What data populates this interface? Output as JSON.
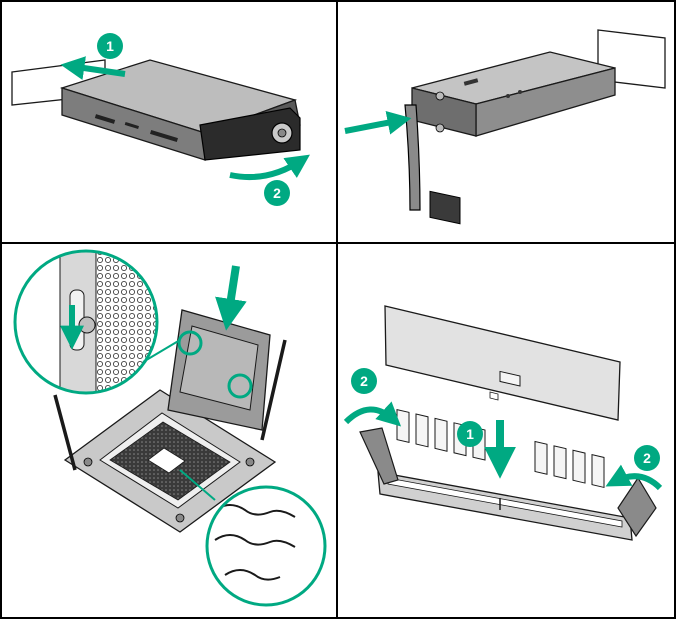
{
  "colors": {
    "accent": "#00A982",
    "frame": "#000000",
    "line": "#1a1a1a",
    "metal": "#9a9a9a",
    "metal_light": "#d4d4d4",
    "metal_dark": "#4a4a4a",
    "background": "#ffffff"
  },
  "panels": [
    {
      "name": "hot-plug-drive-installation",
      "callouts": [
        {
          "label": "1",
          "icon": "push-arrow-icon"
        },
        {
          "label": "2",
          "icon": "close-lever-arrow-icon"
        }
      ]
    },
    {
      "name": "power-supply-installation",
      "callouts": [
        {
          "icon": "push-arrow-icon"
        }
      ]
    },
    {
      "name": "processor-installation",
      "callouts": [
        {
          "icon": "press-down-arrow-icon"
        }
      ]
    },
    {
      "name": "dimm-installation",
      "callouts": [
        {
          "label": "1",
          "icon": "press-down-arrow-icon"
        },
        {
          "label": "2",
          "icon": "close-latch-arrow-icon"
        },
        {
          "label": "2",
          "icon": "close-latch-arrow-icon"
        }
      ]
    }
  ]
}
